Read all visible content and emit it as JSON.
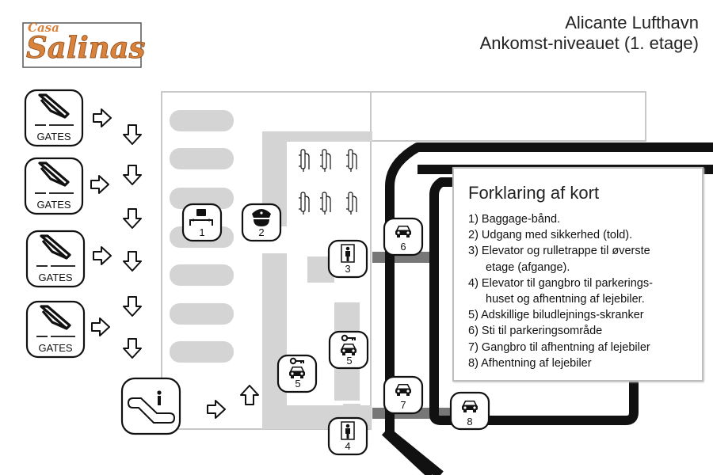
{
  "logo": {
    "small": "Casa",
    "big": "Salinas"
  },
  "header": {
    "line1": "Alicante Lufthavn",
    "line2": "Ankomst-niveauet (1. etage)"
  },
  "gates": [
    "GATES",
    "GATES",
    "GATES",
    "GATES"
  ],
  "badges": {
    "b1": "1",
    "b2": "2",
    "b3": "3",
    "b4": "4",
    "b5a": "5",
    "b5b": "5",
    "b6": "6",
    "b7": "7",
    "b8": "8"
  },
  "legend": {
    "title": "Forklaring af kort",
    "items": [
      {
        "line1": "1) Baggage-bånd.",
        "line2": ""
      },
      {
        "line1": "2) Udgang med sikkerhed (told).",
        "line2": ""
      },
      {
        "line1": "3) Elevator og rulletrappe til øverste",
        "line2": "etage (afgange)."
      },
      {
        "line1": "4) Elevator til gangbro til parkerings-",
        "line2": "huset og afhentning af lejebiler."
      },
      {
        "line1": "5) Adskillige biludlejnings-skranker",
        "line2": ""
      },
      {
        "line1": "6) Sti til parkeringsområde",
        "line2": ""
      },
      {
        "line1": "7) Gangbro til afhentning af lejebiler",
        "line2": ""
      },
      {
        "line1": "8) Afhentning af lejebiler",
        "line2": ""
      }
    ]
  },
  "icons": {
    "gate": "airplane-departure-icon",
    "escalator": "escalator-icon",
    "baggage": "baggage-claim-icon",
    "customs": "customs-officer-icon",
    "elevator": "elevator-icon",
    "car": "car-icon",
    "car_rental": "car-key-icon"
  }
}
